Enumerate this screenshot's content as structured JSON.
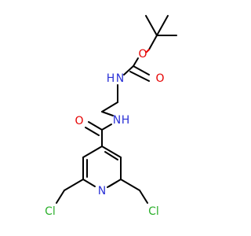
{
  "molecule": {
    "atoms": {
      "ester_o": "O",
      "carbonyl_o1": "O",
      "carbamate_nh": "H",
      "carbamate_n": "N",
      "amide_o": "O",
      "amide_n": "N",
      "amide_nh": "H",
      "pyridine_n": "N",
      "cl_left": "Cl",
      "cl_right": "Cl"
    },
    "colors": {
      "oxygen": "#e60000",
      "nitrogen": "#2b32d6",
      "chlorine": "#2bb02b",
      "carbon": "#000000"
    }
  }
}
